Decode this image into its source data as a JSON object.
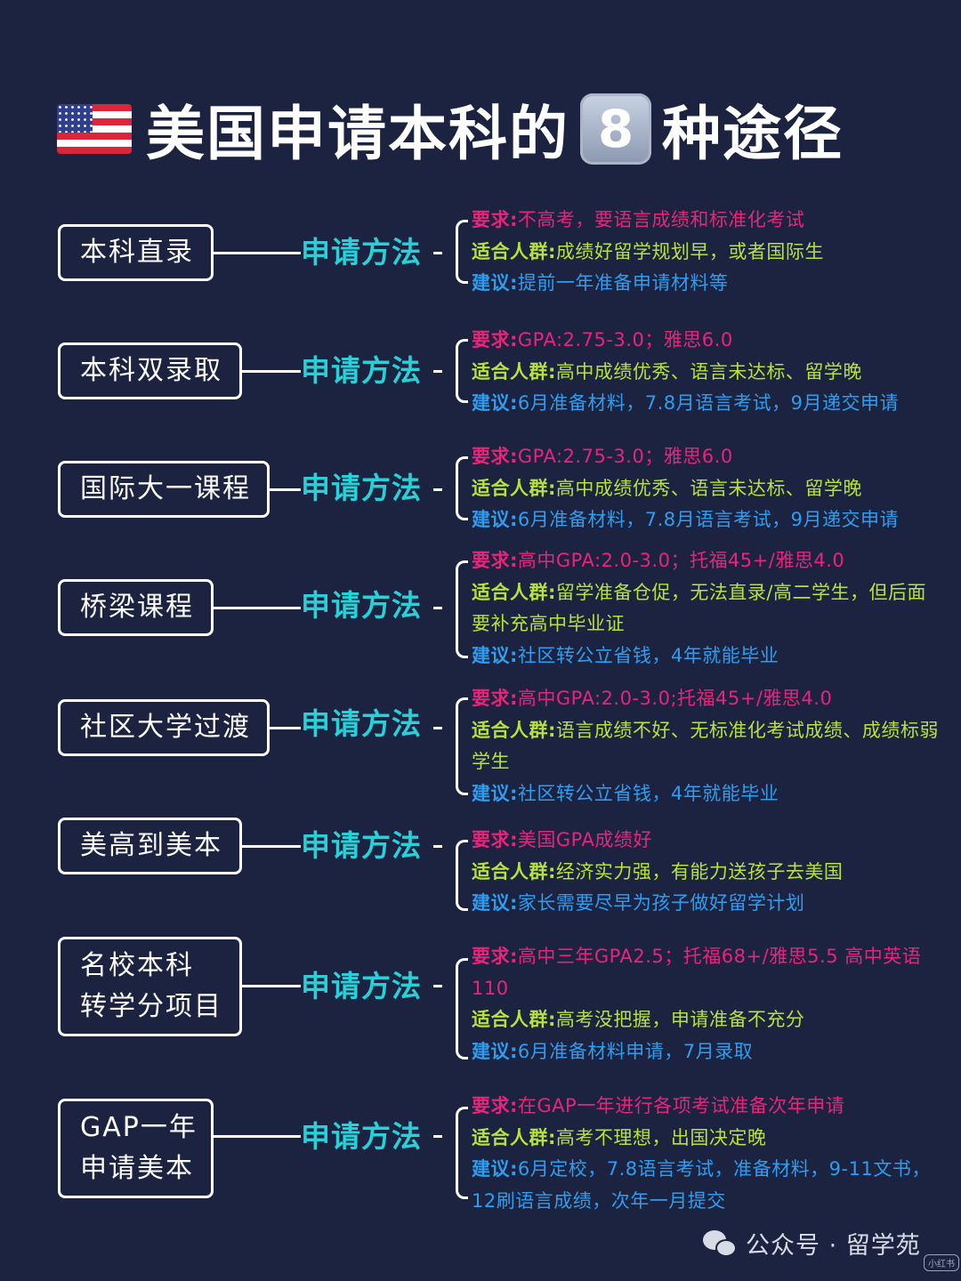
{
  "title": {
    "flag_icon": "us-flag-icon",
    "text_before": "美国申请本科的",
    "number": "8",
    "text_after": "种途径"
  },
  "method_label": "申请方法",
  "routes": [
    {
      "name_lines": [
        "本科直录"
      ],
      "req_label": "要求:",
      "req": "不高考，要语言成绩和标准化考试",
      "fit_label": "适合人群:",
      "fit": "成绩好留学规划早，或者国际生",
      "adv_label": "建议:",
      "adv": "提前一年准备申请材料等"
    },
    {
      "name_lines": [
        "本科双录取"
      ],
      "req_label": "要求:",
      "req": "GPA:2.75-3.0；雅思6.0",
      "fit_label": "适合人群:",
      "fit": "高中成绩优秀、语言未达标、留学晚",
      "adv_label": "建议:",
      "adv": "6月准备材料，7.8月语言考试，9月递交申请"
    },
    {
      "name_lines": [
        "国际大一课程"
      ],
      "req_label": "要求:",
      "req": "GPA:2.75-3.0；雅思6.0",
      "fit_label": "适合人群:",
      "fit": "高中成绩优秀、语言未达标、留学晚",
      "adv_label": "建议:",
      "adv": "6月准备材料，7.8月语言考试，9月递交申请"
    },
    {
      "name_lines": [
        "桥梁课程"
      ],
      "req_label": "要求:",
      "req": "高中GPA:2.0-3.0；托福45+/雅思4.0",
      "fit_label": "适合人群:",
      "fit": "留学准备仓促，无法直录/高二学生，但后面要补充高中毕业证",
      "adv_label": "建议:",
      "adv": "社区转公立省钱，4年就能毕业"
    },
    {
      "name_lines": [
        "社区大学过渡"
      ],
      "req_label": "要求:",
      "req": "高中GPA:2.0-3.0;托福45+/雅思4.0",
      "fit_label": "适合人群:",
      "fit": "语言成绩不好、无标准化考试成绩、成绩标弱学生",
      "adv_label": "建议:",
      "adv": "社区转公立省钱，4年就能毕业"
    },
    {
      "name_lines": [
        "美高到美本"
      ],
      "req_label": "要求:",
      "req": "美国GPA成绩好",
      "fit_label": "适合人群:",
      "fit": "经济实力强，有能力送孩子去美国",
      "adv_label": "建议:",
      "adv": "家长需要尽早为孩子做好留学计划"
    },
    {
      "name_lines": [
        "名校本科",
        "转学分项目"
      ],
      "req_label": "要求:",
      "req": "高中三年GPA2.5；托福68+/雅思5.5 高中英语110",
      "fit_label": "适合人群:",
      "fit": "高考没把握，申请准备不充分",
      "adv_label": "建议:",
      "adv": "6月准备材料申请，7月录取"
    },
    {
      "name_lines": [
        "GAP一年",
        "申请美本"
      ],
      "req_label": "要求:",
      "req": "在GAP一年进行各项考试准备次年申请",
      "fit_label": "适合人群:",
      "fit": "高考不理想，出国决定晚",
      "adv_label": "建议:",
      "adv": "6月定校，7.8语言考试，准备材料，9-11文书，12刷语言成绩，次年一月提交"
    }
  ],
  "watermark": {
    "icon": "wechat-icon",
    "text": "公众号 · 留学苑"
  },
  "corner_badge": "小红书"
}
